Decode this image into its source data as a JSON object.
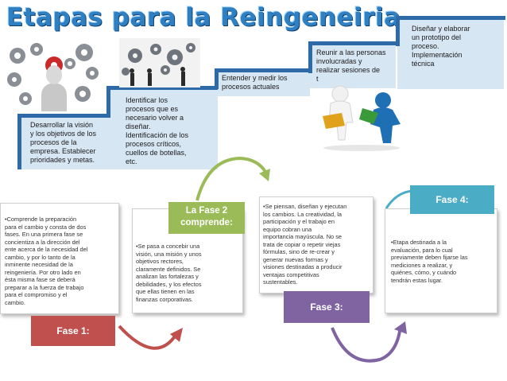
{
  "title": "Etapas para la Reingeneiria",
  "steps": [
    {
      "lines": [
        "Desarrollar la visión",
        "y los objetivos de los",
        "procesos de la",
        "empresa. Establecer",
        "prioridades y metas."
      ]
    },
    {
      "lines": [
        "Identificar los",
        "procesos que es",
        "necesario volver a",
        "diseñar.",
        "Identificación de los",
        "procesos críticos,",
        "cuellos de botellas,",
        "etc."
      ]
    },
    {
      "lines": [
        "Entender y medir los",
        "procesos actuales"
      ]
    },
    {
      "lines": [
        "Reunir a las personas",
        "involucradas y",
        "realizar sesiones de",
        "t"
      ]
    },
    {
      "lines": [
        "Diseñar y elaborar",
        "un prototipo del",
        "proceso.",
        "Implementación",
        "técnica"
      ]
    }
  ],
  "phases": [
    {
      "label_lines": [
        "Fase 1:"
      ],
      "label_color": "#c0504d",
      "text_lines": [
        "•Comprende la preparación",
        "para el cambio y consta de dos",
        "fases. En una primera fase se",
        "concientiza a la dirección del",
        "ente acerca de la necesidad del",
        "cambio, y por lo tanto de la",
        "inminente necesidad de la",
        "reingeniería. Por otro lado en",
        "ésta misma fase se deberá",
        "preparar a la fuerza de trabajo",
        "para el compromiso y el",
        "cambio."
      ]
    },
    {
      "label_lines": [
        "La Fase 2",
        "comprende:"
      ],
      "label_color": "#9bbb59",
      "text_lines": [
        "•Se pasa a concebir una",
        "visión, una misión y unos",
        "objetivos rectores,",
        "claramente definidos. Se",
        "analizan las fortalezas y",
        "debilidades, y los efectos",
        "que ellas tienen en las",
        "finanzas corporativas."
      ]
    },
    {
      "label_lines": [
        "Fase 3:"
      ],
      "label_color": "#8064a2",
      "text_lines": [
        "•Se piensan, diseñan y ejecutan",
        "los cambios. La creatividad, la",
        "participación y el trabajo en",
        "equipo cobran una",
        "importancia mayúscula. No se",
        "trata de copiar o repetir viejas",
        "fórmulas, sino de re-crear y",
        "generar nuevas formas y",
        "visiones destinadas a producir",
        "ventajas competitivas",
        "sustentables."
      ]
    },
    {
      "label_lines": [
        "Fase 4:"
      ],
      "label_color": "#4bacc6",
      "text_lines": [
        "•Etapa destinada a la",
        "evaluación, para lo cual",
        "previamente deben fijarse las",
        "mediciones a realizar, y",
        "quiénes, cómo, y cuándo",
        "tendrán estas lugar."
      ]
    }
  ],
  "colors": {
    "title": "#2f7fc3",
    "stair_line": "#2e6aa8",
    "stair_fill": "#d7e6f3",
    "arc_fase1": "#c0504d",
    "arc_fase2": "#9bbb59",
    "arc_fase3": "#8064a2",
    "arc_fase4": "#4bacc6"
  },
  "images": [
    {
      "name": "gears-head-photo-icon"
    },
    {
      "name": "gears-people-photo-icon"
    },
    {
      "name": "puzzle-people-photo-icon"
    }
  ]
}
